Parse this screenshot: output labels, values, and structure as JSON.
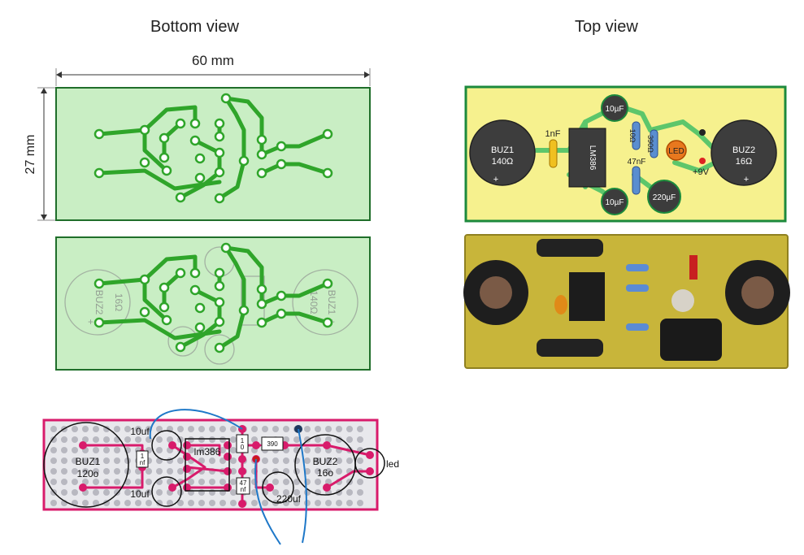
{
  "titles": {
    "bottom": "Bottom view",
    "top": "Top view"
  },
  "dimensions": {
    "width": "60 mm",
    "height": "27 mm"
  },
  "mirrored_labels": {
    "buz2": "BUZ2",
    "buz2_val": "16Ω",
    "buz1": "BUZ1",
    "buz1_val": "140Ω",
    "plus": "+"
  },
  "top_layout": {
    "buz1": "BUZ1",
    "buz1_val": "140Ω",
    "buz2": "BUZ2",
    "buz2_val": "16Ω",
    "c_top": "10µF",
    "c_bot": "10µF",
    "c_big": "220µF",
    "c_1n": "1nF",
    "c_47n": "47nF",
    "r_10": "10Ω",
    "r_390": "390Ω",
    "ic": "LM386",
    "led": "LED",
    "supply": "+9V",
    "plus": "+"
  },
  "perfboard": {
    "buz1": "BUZ1",
    "buz1_val": "120o",
    "buz2": "BUZ2",
    "buz2_val": "16o",
    "c_top": "10uf",
    "c_bot": "10uf",
    "c_big": "220uf",
    "ic": "lm386",
    "c_1n": "1\nnf",
    "c_1n_a": "1",
    "c_1n_b": "nf",
    "r_10_a": "1",
    "r_10_b": "0",
    "r_390": "390",
    "c_47_a": "47",
    "c_47_b": "nf",
    "led": "led"
  },
  "colors": {
    "pcb_green_fill": "#c9eec4",
    "pcb_trace": "#2fa52a",
    "top_yellow": "#f6f18e",
    "perf_pink": "#d81b6b",
    "wire_blue": "#1e78c8"
  }
}
